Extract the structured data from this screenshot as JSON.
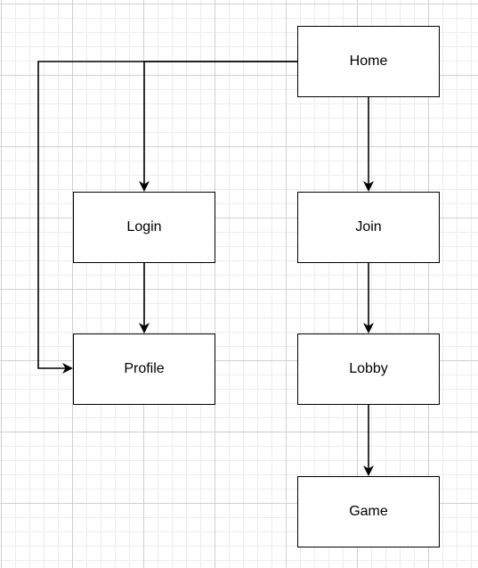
{
  "diagram": {
    "nodes": {
      "home": "Home",
      "login": "Login",
      "join": "Join",
      "profile": "Profile",
      "lobby": "Lobby",
      "game": "Game"
    },
    "edges": [
      {
        "from": "home",
        "to": "login"
      },
      {
        "from": "home",
        "to": "profile"
      },
      {
        "from": "home",
        "to": "join"
      },
      {
        "from": "login",
        "to": "profile"
      },
      {
        "from": "join",
        "to": "lobby"
      },
      {
        "from": "lobby",
        "to": "game"
      }
    ],
    "colors": {
      "stroke": "#000000",
      "node_fill": "#ffffff",
      "background": "#ffffff",
      "grid": "#e0e0e0"
    }
  }
}
